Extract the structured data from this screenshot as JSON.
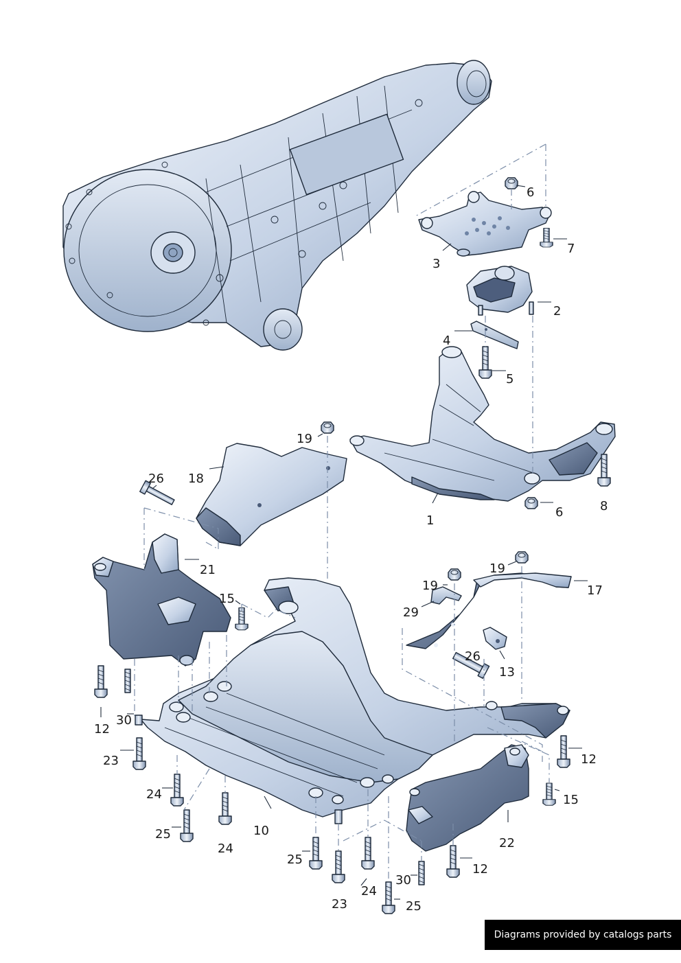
{
  "credit_text": "Diagrams provided by catalogs parts",
  "callouts": [
    "6",
    "7",
    "3",
    "2",
    "4",
    "5",
    "19",
    "18",
    "26",
    "1",
    "6",
    "8",
    "21",
    "15",
    "19",
    "19",
    "17",
    "29",
    "26",
    "13",
    "12",
    "30",
    "23",
    "24",
    "25",
    "10",
    "24",
    "25",
    "23",
    "24",
    "25",
    "30",
    "12",
    "22",
    "15",
    "12"
  ],
  "parts": [
    "transmission",
    "gearbox-mount-bracket",
    "gearbox-mount",
    "support-strip",
    "crossmember-support",
    "underbody-panel-left",
    "knuckle-bracket-left",
    "heat-shield-right",
    "subframe-crossbrace",
    "knuckle-bracket-right"
  ]
}
